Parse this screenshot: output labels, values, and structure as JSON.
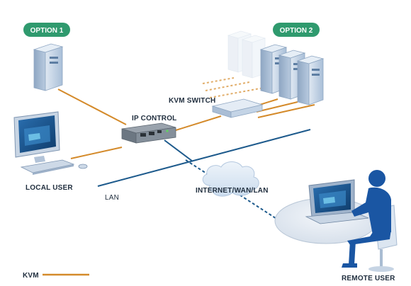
{
  "labels": {
    "option1": "OPTION 1",
    "option2": "OPTION 2",
    "kvm_switch": "KVM SWITCH",
    "ip_control": "IP CONTROL",
    "local_user": "LOCAL USER",
    "lan": "LAN",
    "internet": "INTERNET/WAN/LAN",
    "remote_user": "REMOTE USER",
    "legend_kvm": "KVM"
  },
  "colors": {
    "kvm_cable": "#d48a2a",
    "lan_cable": "#1d5a8c",
    "pill": "#2f9a6e",
    "device_blue": "#b9cde4",
    "remote_user": "#1a56a3",
    "desk": "#dbe4ee",
    "cloud": "#dce7f3"
  }
}
